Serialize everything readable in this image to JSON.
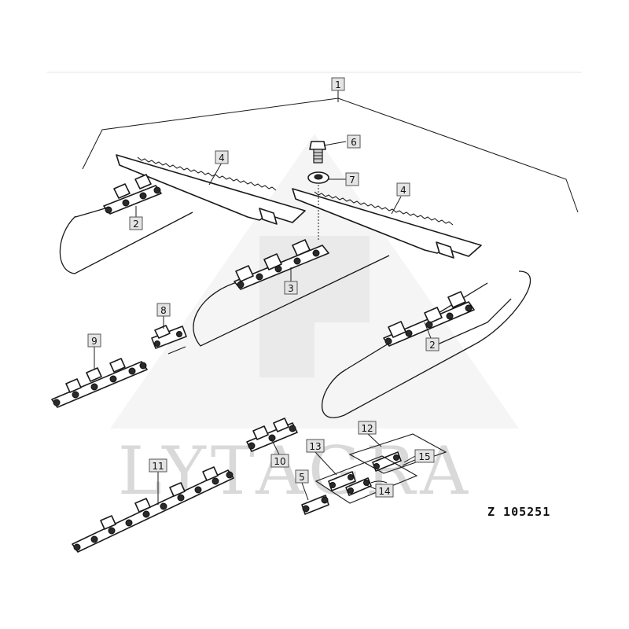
{
  "diagram": {
    "reference_code": "Z  105251",
    "watermark": "LYTAGRA",
    "callouts": [
      "1",
      "2",
      "3",
      "4",
      "5",
      "6",
      "7",
      "8",
      "9",
      "10",
      "11",
      "12",
      "13",
      "14",
      "15"
    ]
  },
  "colors": {
    "line": "#1a1a1a",
    "callout_fill": "#e4e4e4",
    "watermark": "#d9d9d9"
  }
}
